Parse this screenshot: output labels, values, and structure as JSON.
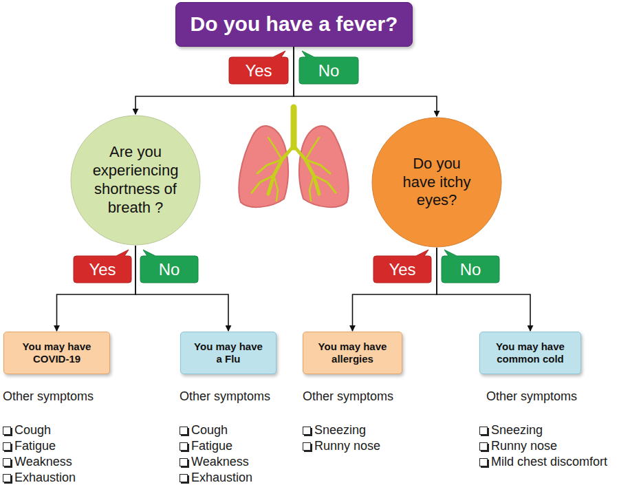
{
  "diagram": {
    "nodes": [
      {
        "text": [
          "Do you have a fever?"
        ]
      },
      {
        "text": [
          "Yes"
        ]
      },
      {
        "text": [
          "No"
        ]
      },
      {
        "text": [
          "Are you experiencing shortness of breath ?"
        ]
      },
      {
        "text": [
          "Do you have itchy eyes?"
        ]
      },
      {
        "text": [
          "Yes"
        ]
      },
      {
        "text": [
          "No"
        ]
      },
      {
        "text": [
          "Yes"
        ]
      },
      {
        "text": [
          "No"
        ]
      },
      {
        "text": [
          "You may have COVID-19"
        ]
      },
      {
        "text": [
          "You may have a Flu"
        ]
      },
      {
        "text": [
          "You may have allergies"
        ]
      },
      {
        "text": [
          "You may have common cold"
        ]
      }
    ],
    "edges": [
      {
        "from": 0,
        "to": 3,
        "arrow": "to"
      },
      {
        "from": 0,
        "to": 4,
        "arrow": "to"
      },
      {
        "from": 3,
        "to": 9,
        "arrow": "to"
      },
      {
        "from": 3,
        "to": 10,
        "arrow": "to"
      },
      {
        "from": 4,
        "to": 11,
        "arrow": "to"
      },
      {
        "from": 4,
        "to": 12,
        "arrow": "to"
      }
    ],
    "labels": [
      "Other symptoms",
      "Cough",
      "Fatigue",
      "Weakness",
      "Exhaustion",
      "Other symptoms",
      "Cough",
      "Fatigue",
      "Weakness",
      "Exhaustion",
      "Other symptoms",
      "Sneezing",
      "Runny nose",
      "Other symptoms",
      "Sneezing",
      "Runny nose",
      "Mild chest discomfort"
    ]
  }
}
